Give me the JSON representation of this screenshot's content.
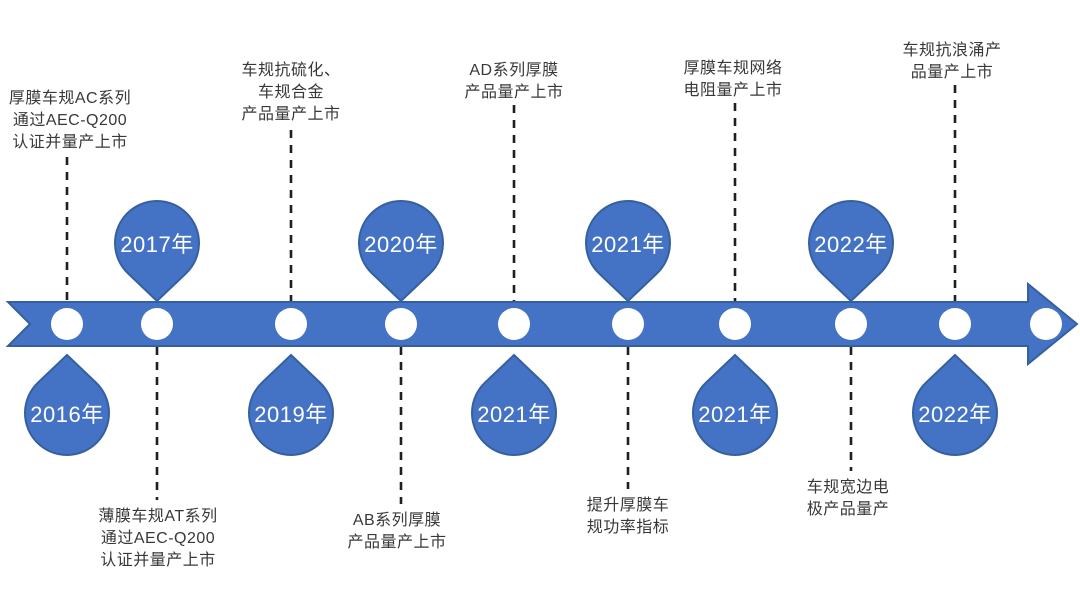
{
  "diagram": {
    "type": "timeline",
    "direction": "left-to-right",
    "node_count": 10
  },
  "colors": {
    "primary_blue": "#4473C5",
    "border_blue": "#35609F",
    "node_white": "#ffffff",
    "text_dark": "#383838",
    "connector_black": "#1f1f1f"
  },
  "milestones": [
    {
      "year": "2016年",
      "balloon_side": "below",
      "note_side": "above",
      "label_lines": [
        "厚膜车规AC系列",
        "通过AEC-Q200",
        "认证并量产上市"
      ]
    },
    {
      "year": "2017年",
      "balloon_side": "above",
      "note_side": "below",
      "label_lines": [
        "薄膜车规AT系列",
        "通过AEC-Q200",
        "认证并量产上市"
      ]
    },
    {
      "year": "2019年",
      "balloon_side": "below",
      "note_side": "above",
      "label_lines": [
        "车规抗硫化、",
        "车规合金",
        "产品量产上市"
      ]
    },
    {
      "year": "2020年",
      "balloon_side": "above",
      "note_side": "below",
      "label_lines": [
        "AB系列厚膜",
        "产品量产上市"
      ]
    },
    {
      "year": "2021年",
      "balloon_side": "below",
      "note_side": "above",
      "label_lines": [
        "AD系列厚膜",
        "产品量产上市"
      ]
    },
    {
      "year": "2021年",
      "balloon_side": "above",
      "note_side": "below",
      "label_lines": [
        "提升厚膜车",
        "规功率指标"
      ]
    },
    {
      "year": "2021年",
      "balloon_side": "below",
      "note_side": "above",
      "label_lines": [
        "厚膜车规网络",
        "电阻量产上市"
      ]
    },
    {
      "year": "2022年",
      "balloon_side": "above",
      "note_side": "below",
      "label_lines": [
        "车规宽边电",
        "极产品量产"
      ]
    },
    {
      "year": "2022年",
      "balloon_side": "below",
      "note_side": "above",
      "label_lines": [
        "车规抗浪涌产",
        "品量产上市"
      ]
    }
  ]
}
